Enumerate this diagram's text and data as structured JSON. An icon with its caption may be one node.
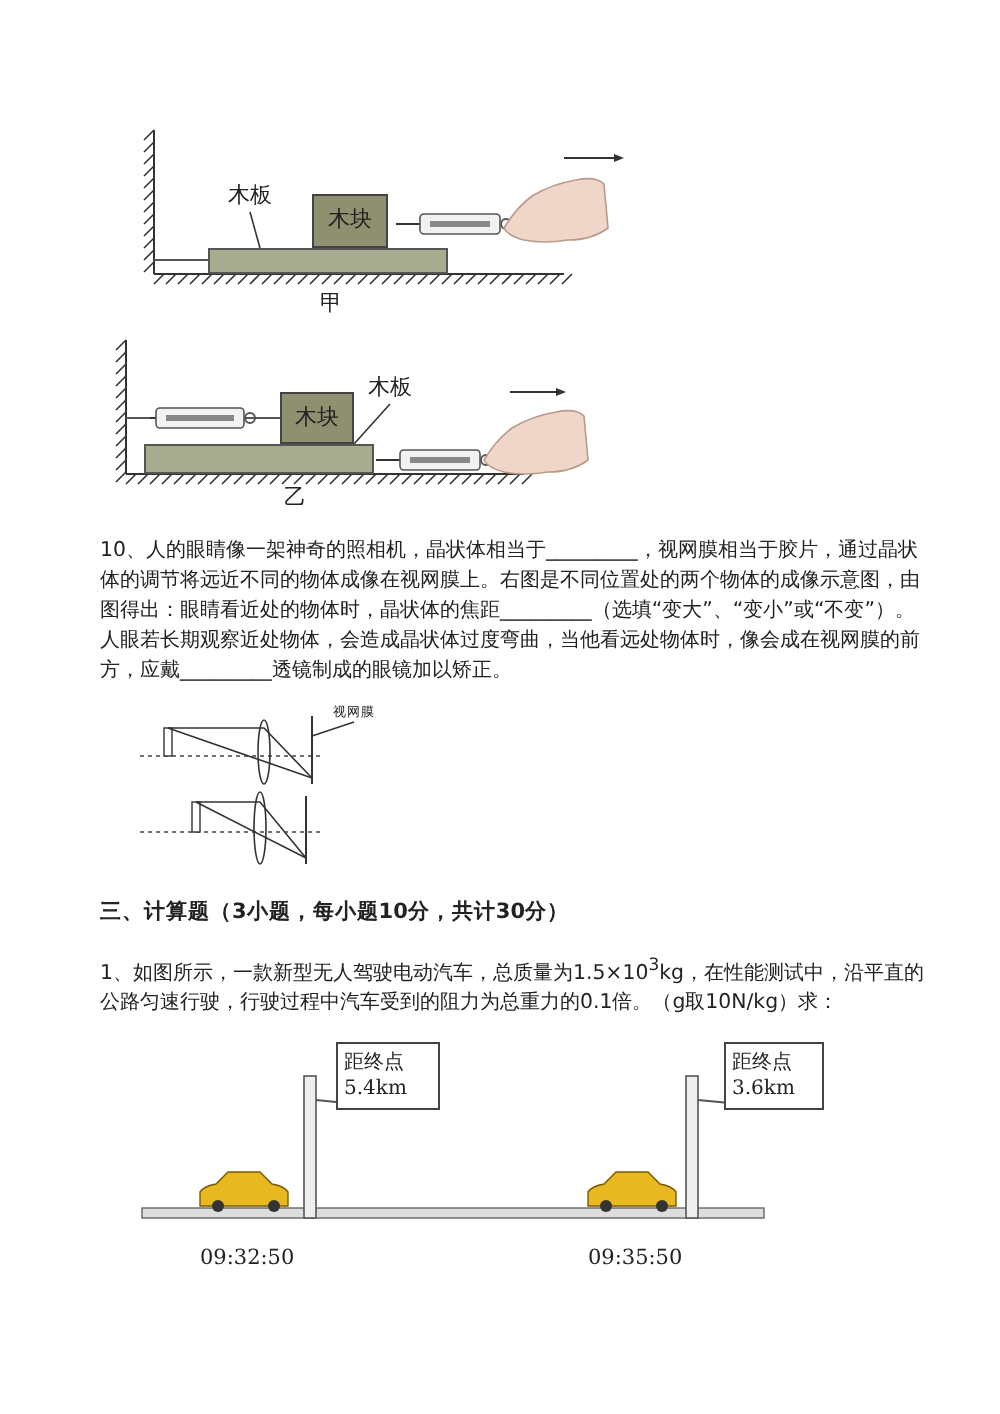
{
  "diagram": {
    "nodes": [
      {
        "text": [
          "木板"
        ]
      },
      {
        "text": [],
        "shape": "bar"
      },
      {
        "text": [
          "木块"
        ]
      },
      {
        "text": [
          "木板"
        ]
      },
      {
        "text": [],
        "shape": "bar"
      },
      {
        "text": [
          "木块"
        ]
      },
      {
        "text": [
          "视网膜"
        ]
      },
      {
        "text": [
          "距终点 5.4km"
        ]
      },
      {
        "text": [
          "距终点 3.6km"
        ]
      }
    ],
    "edges": [
      {
        "from": 0,
        "to": 1,
        "arrow": "none"
      },
      {
        "from": 3,
        "to": 4,
        "arrow": "none"
      },
      {
        "from": 6,
        "to": null,
        "arrow": "none"
      }
    ],
    "labels": [
      "甲",
      "乙",
      "10、人的眼睛像一架神奇的照相机，晶状体相当于_________，视网膜相当于胶片，通过晶状体的调节将远近不同的物体成像在视网膜上。右图是不同位置处的两个物体的成像示意图，由图得出：眼睛看近处的物体时，晶状体的焦距_________（选填“变大”、“变小”或“不变”）。人眼若长期观察近处物体，会造成晶状体过度弯曲，当他看远处物体时，像会成在视网膜的前方，应戴_________透镜制成的眼镜加以矫正。",
      "三、计算题（3小题，每小题10分，共计30分）",
      "1、如图所示，一款新型无人驾驶电动汽车，总质量为1.5×10$^{3}$kg，在性能测试中，沿平直的公路匀速行驶，行驶过程中汽车受到的阻力为总重力的0.1倍。（g取10N/kg）求：",
      "09:32:50",
      "09:35:50"
    ]
  }
}
